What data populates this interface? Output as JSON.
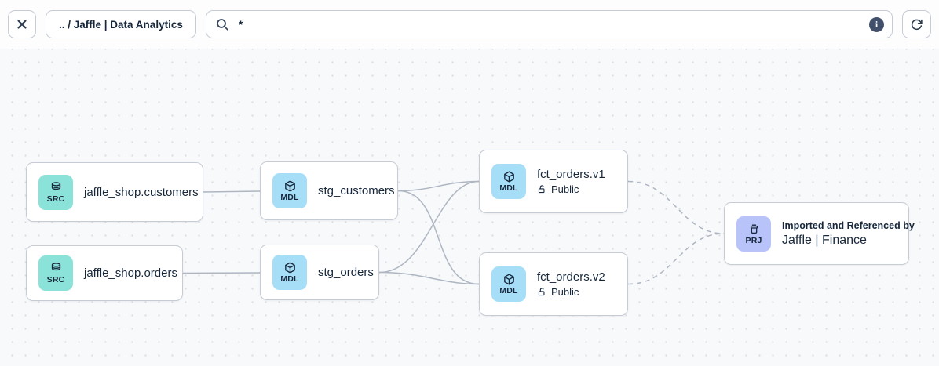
{
  "toolbar": {
    "breadcrumb_label": ".. / Jaffle | Data Analytics",
    "search": {
      "value": "*"
    },
    "icons": {
      "close": "x-icon",
      "search": "search-icon",
      "info": "info-icon",
      "refresh": "refresh-icon"
    },
    "info_glyph": "i"
  },
  "colors": {
    "canvas_bg": "#f8f9fb",
    "dot": "#d8dbe1",
    "text_dark": "#16273b",
    "edge": "#aeb6c2",
    "node_border": "#c6ccd5",
    "src_tile": "#8ae2d8",
    "mdl_tile": "#a6ddf7",
    "prj_tile": "#b7c3f9"
  },
  "graph": {
    "nodes": [
      {
        "id": "jaffle_shop.customers",
        "type_badge": "SRC",
        "icon": "database-icon",
        "title": "jaffle_shop.customers"
      },
      {
        "id": "jaffle_shop.orders",
        "type_badge": "SRC",
        "icon": "database-icon",
        "title": "jaffle_shop.orders"
      },
      {
        "id": "stg_customers",
        "type_badge": "MDL",
        "icon": "cube-icon",
        "title": "stg_customers"
      },
      {
        "id": "stg_orders",
        "type_badge": "MDL",
        "icon": "cube-icon",
        "title": "stg_orders"
      },
      {
        "id": "fct_orders.v1",
        "type_badge": "MDL",
        "icon": "cube-icon",
        "title": "fct_orders.v1",
        "access": "Public",
        "access_icon": "unlock-icon"
      },
      {
        "id": "fct_orders.v2",
        "type_badge": "MDL",
        "icon": "cube-icon",
        "title": "fct_orders.v2",
        "access": "Public",
        "access_icon": "unlock-icon"
      },
      {
        "id": "jaffle_finance",
        "type_badge": "PRJ",
        "icon": "project-icon",
        "subtitle": "Imported and Referenced by",
        "title": "Jaffle | Finance"
      }
    ],
    "edges": [
      {
        "from": "jaffle_shop.customers",
        "to": "stg_customers",
        "style": "solid"
      },
      {
        "from": "jaffle_shop.orders",
        "to": "stg_orders",
        "style": "solid"
      },
      {
        "from": "stg_customers",
        "to": "fct_orders.v1",
        "style": "solid"
      },
      {
        "from": "stg_customers",
        "to": "fct_orders.v2",
        "style": "solid"
      },
      {
        "from": "stg_orders",
        "to": "fct_orders.v1",
        "style": "solid"
      },
      {
        "from": "stg_orders",
        "to": "fct_orders.v2",
        "style": "solid"
      },
      {
        "from": "fct_orders.v1",
        "to": "jaffle_finance",
        "style": "dashed"
      },
      {
        "from": "fct_orders.v2",
        "to": "jaffle_finance",
        "style": "dashed"
      }
    ]
  }
}
